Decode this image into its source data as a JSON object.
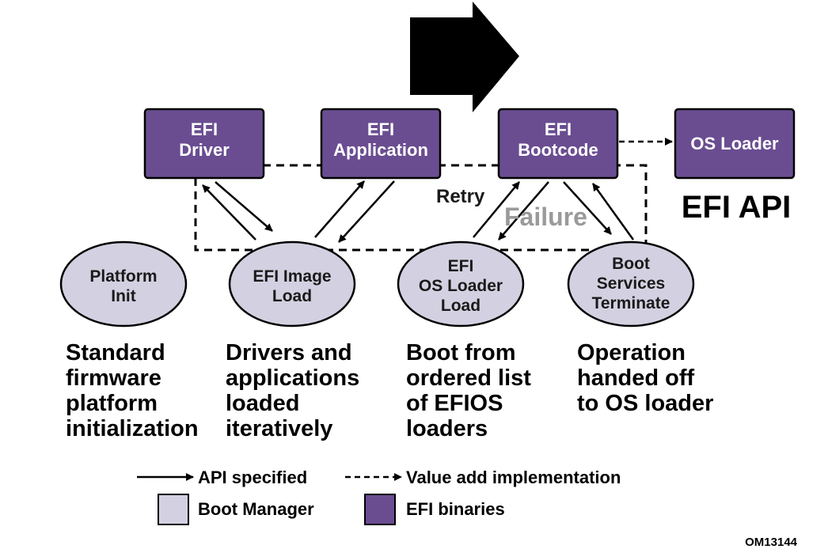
{
  "colors": {
    "efi_binary_fill": "#6a4d91",
    "boot_manager_fill": "#d3d1e1",
    "stroke": "#000000",
    "failure_text": "#9a9a9a"
  },
  "boxes": {
    "efi_driver": [
      "EFI",
      "Driver"
    ],
    "efi_application": [
      "EFI",
      "Application"
    ],
    "efi_bootcode": [
      "EFI",
      "Bootcode"
    ],
    "os_loader": [
      "OS Loader"
    ]
  },
  "ellipses": {
    "platform_init": [
      "Platform",
      "Init"
    ],
    "efi_image_load": [
      "EFI Image",
      "Load"
    ],
    "efi_os_loader_load": [
      "EFI",
      "OS Loader",
      "Load"
    ],
    "boot_services_terminate": [
      "Boot",
      "Services",
      "Terminate"
    ]
  },
  "captions": {
    "platform": [
      "Standard",
      "firmware",
      "platform",
      "initialization"
    ],
    "image_load": [
      "Drivers and",
      "applications",
      "loaded",
      "iteratively"
    ],
    "os_loader_load": [
      "Boot from",
      "ordered list",
      "of EFIOS",
      "loaders"
    ],
    "terminate": [
      "Operation",
      "handed off",
      "to OS loader"
    ]
  },
  "labels": {
    "retry": "Retry",
    "failure": "Failure",
    "efi_api": "EFI API",
    "figure_id": "OM13144"
  },
  "legend": {
    "api_specified": "API specified",
    "value_add": "Value add implementation",
    "boot_manager": "Boot Manager",
    "efi_binaries": "EFI binaries"
  }
}
